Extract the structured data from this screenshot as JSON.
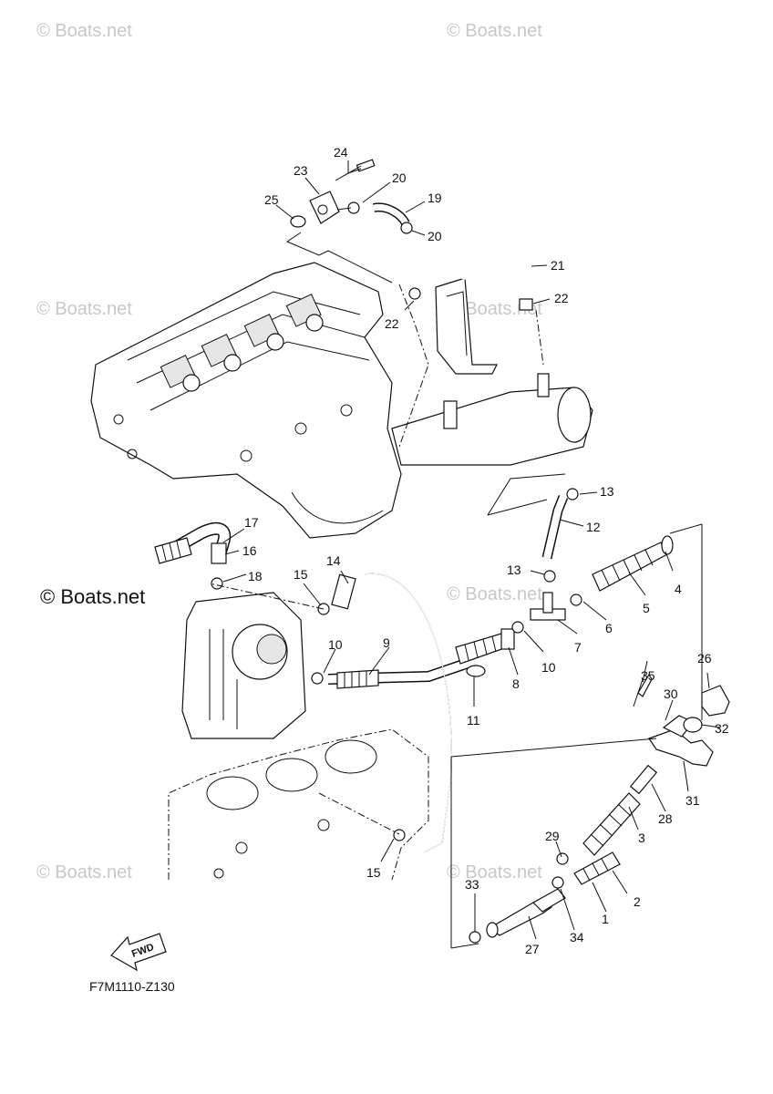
{
  "figure_code": "F7M1110-Z130",
  "fwd_label": "FWD",
  "watermark": "© Boats.net",
  "callouts": [
    {
      "id": "1",
      "text": "1"
    },
    {
      "id": "2",
      "text": "2"
    },
    {
      "id": "3",
      "text": "3"
    },
    {
      "id": "4",
      "text": "4"
    },
    {
      "id": "5",
      "text": "5"
    },
    {
      "id": "6",
      "text": "6"
    },
    {
      "id": "7",
      "text": "7"
    },
    {
      "id": "8",
      "text": "8"
    },
    {
      "id": "9",
      "text": "9"
    },
    {
      "id": "10a",
      "text": "10"
    },
    {
      "id": "10b",
      "text": "10"
    },
    {
      "id": "11",
      "text": "11"
    },
    {
      "id": "12",
      "text": "12"
    },
    {
      "id": "13a",
      "text": "13"
    },
    {
      "id": "13b",
      "text": "13"
    },
    {
      "id": "14",
      "text": "14"
    },
    {
      "id": "15a",
      "text": "15"
    },
    {
      "id": "15b",
      "text": "15"
    },
    {
      "id": "16",
      "text": "16"
    },
    {
      "id": "17",
      "text": "17"
    },
    {
      "id": "18",
      "text": "18"
    },
    {
      "id": "19",
      "text": "19"
    },
    {
      "id": "20a",
      "text": "20"
    },
    {
      "id": "20b",
      "text": "20"
    },
    {
      "id": "21",
      "text": "21"
    },
    {
      "id": "22a",
      "text": "22"
    },
    {
      "id": "22b",
      "text": "22"
    },
    {
      "id": "23",
      "text": "23"
    },
    {
      "id": "24",
      "text": "24"
    },
    {
      "id": "25",
      "text": "25"
    },
    {
      "id": "26",
      "text": "26"
    },
    {
      "id": "27",
      "text": "27"
    },
    {
      "id": "28",
      "text": "28"
    },
    {
      "id": "29",
      "text": "29"
    },
    {
      "id": "30",
      "text": "30"
    },
    {
      "id": "31",
      "text": "31"
    },
    {
      "id": "32",
      "text": "32"
    },
    {
      "id": "33",
      "text": "33"
    },
    {
      "id": "34",
      "text": "34"
    },
    {
      "id": "35",
      "text": "35"
    }
  ]
}
